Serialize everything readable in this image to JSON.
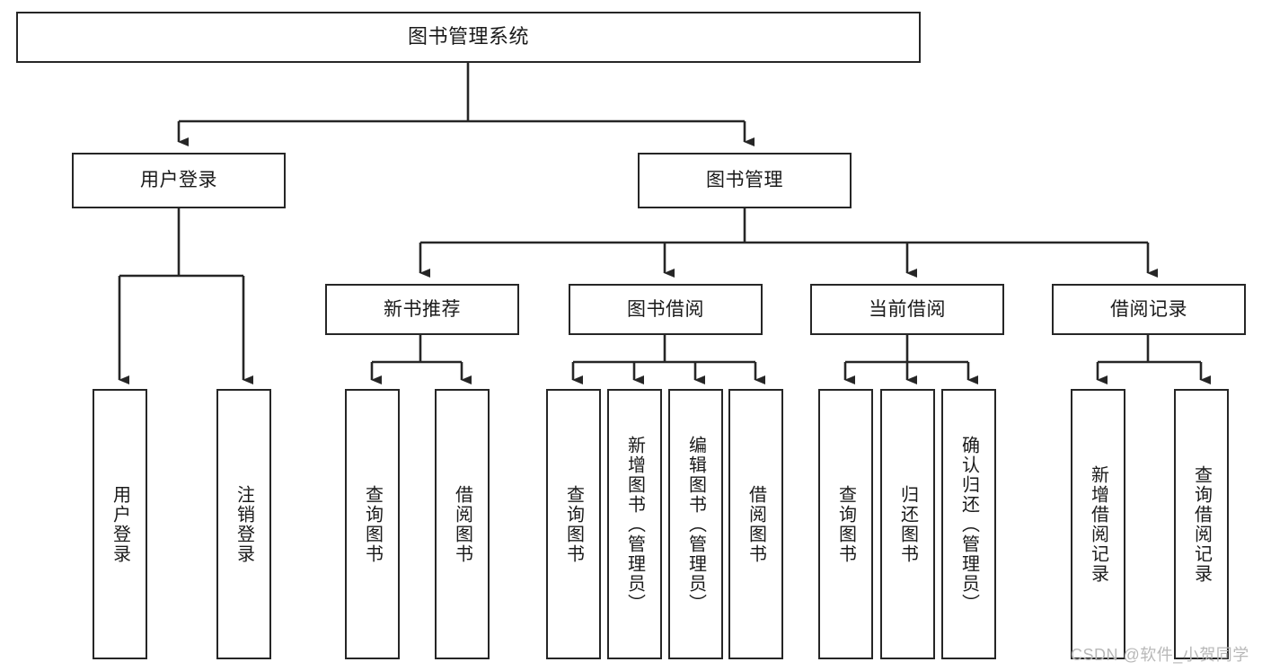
{
  "diagram": {
    "title": "图书管理系统",
    "type": "tree-hierarchy",
    "orientation": "top-down",
    "colors": {
      "node_border": "#262626",
      "node_fill": "#ffffff",
      "edge": "#262626",
      "text": "#1a1a1a",
      "watermark": "#b8b8b8",
      "background": "#ffffff"
    },
    "nodes": {
      "root": {
        "label": "图书管理系统"
      },
      "level2": [
        {
          "label": "用户登录"
        },
        {
          "label": "图书管理"
        }
      ],
      "level3": [
        {
          "label": "新书推荐"
        },
        {
          "label": "图书借阅"
        },
        {
          "label": "当前借阅"
        },
        {
          "label": "借阅记录"
        }
      ],
      "leaves": {
        "user_login": [
          {
            "label": "用户登录"
          },
          {
            "label": "注销登录"
          }
        ],
        "new_book_recommend": [
          {
            "label": "查询图书"
          },
          {
            "label": "借阅图书"
          }
        ],
        "book_borrow": [
          {
            "label": "查询图书"
          },
          {
            "label": "新增图书（管理员）"
          },
          {
            "label": "编辑图书（管理员）"
          },
          {
            "label": "借阅图书"
          }
        ],
        "current_borrow": [
          {
            "label": "查询图书"
          },
          {
            "label": "归还图书"
          },
          {
            "label": "确认归还（管理员）"
          }
        ],
        "borrow_record": [
          {
            "label": "新增借阅记录"
          },
          {
            "label": "查询借阅记录"
          }
        ]
      }
    }
  },
  "watermark": {
    "text": "CSDN @软件_小贺同学"
  }
}
